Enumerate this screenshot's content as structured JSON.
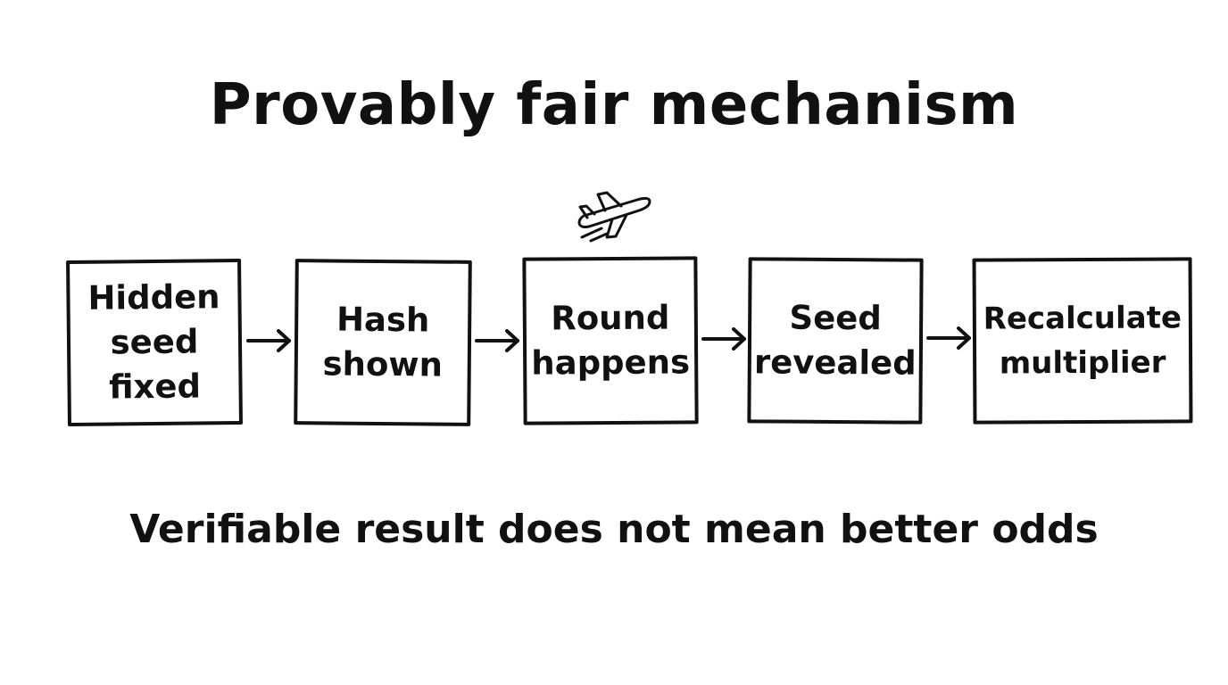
{
  "title": "Provably fair mechanism",
  "steps": [
    {
      "label": "Hidden\nseed\nfixed"
    },
    {
      "label": "Hash\nshown"
    },
    {
      "label": "Round\nhappens"
    },
    {
      "label": "Seed\nrevealed"
    },
    {
      "label": "Recalculate\nmultiplier"
    }
  ],
  "caption": "Verifiable result does not mean better odds",
  "icons": {
    "round_icon": "airplane-icon",
    "connector": "arrow-right-icon"
  },
  "colors": {
    "ink": "#111111",
    "background": "#ffffff"
  }
}
